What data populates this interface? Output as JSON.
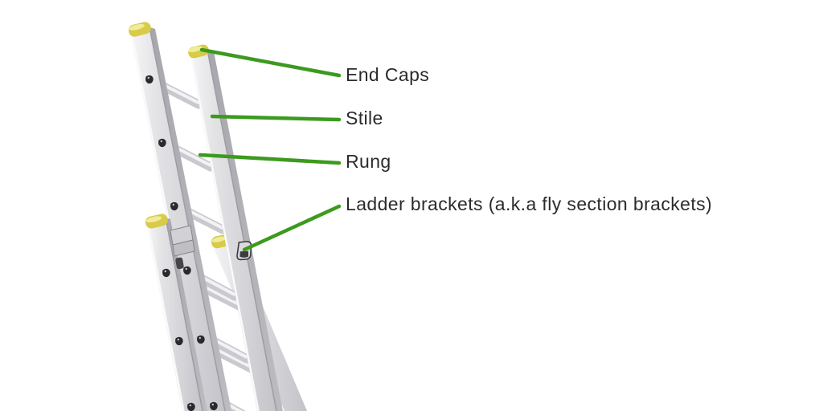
{
  "diagram": {
    "labels": [
      {
        "id": "end-caps",
        "text": "End Caps"
      },
      {
        "id": "stile",
        "text": "Stile"
      },
      {
        "id": "rung",
        "text": "Rung"
      },
      {
        "id": "ladder-brackets",
        "text": "Ladder brackets (a.k.a fly section brackets)"
      }
    ],
    "colors": {
      "annotation_line": "#3c9a1e",
      "label_text": "#2b2b2b",
      "end_cap": "#d7cb48",
      "end_cap_highlight": "#f1ec9b",
      "ladder_light": "#f2f2f4",
      "ladder_mid": "#d6d6da",
      "ladder_shadow": "#aeaeb4",
      "rivet": "#2a2a2c",
      "background": "#ffffff"
    }
  }
}
